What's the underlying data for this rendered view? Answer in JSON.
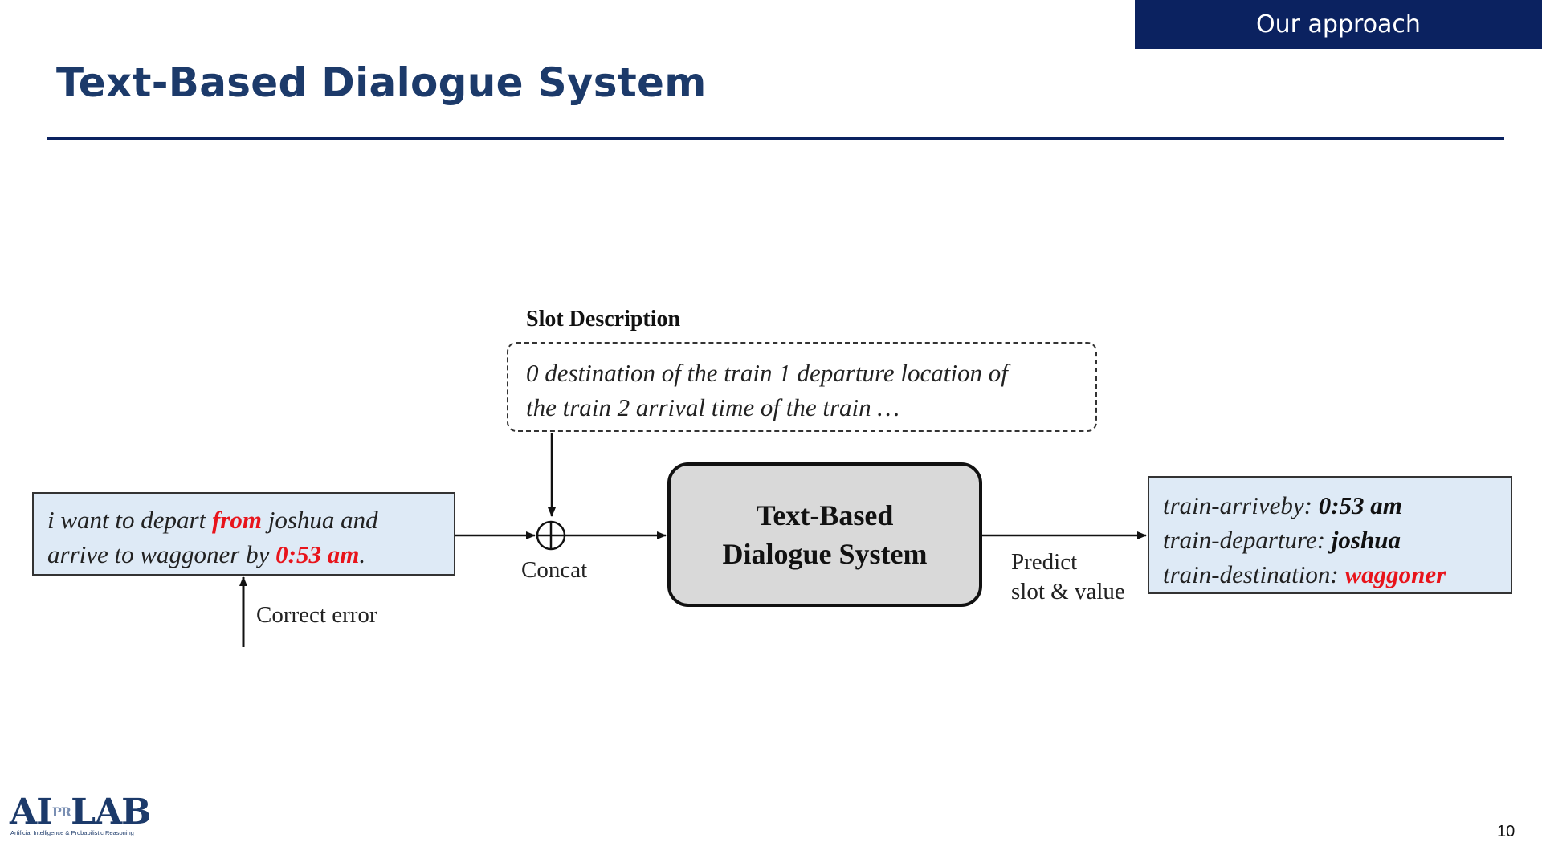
{
  "header": {
    "section_tag": "Our approach",
    "title": "Text-Based Dialogue System"
  },
  "diagram": {
    "slot_description": {
      "title": "Slot Description",
      "line1": "0 destination of the train 1 departure location of",
      "line2": "the train 2 arrival time of the train …"
    },
    "input": {
      "l1_a": "i want to depart ",
      "l1_highlight": "from",
      "l1_b": " joshua and",
      "l2_a": "arrive to waggoner by ",
      "l2_highlight": "0:53 am",
      "l2_b": "."
    },
    "concat_label": "Concat",
    "correct_error_label": "Correct error",
    "system": {
      "line1": "Text-Based",
      "line2": "Dialogue System"
    },
    "predict_label": {
      "line1": "Predict",
      "line2": "slot & value"
    },
    "output": [
      {
        "slot": "train-arriveby: ",
        "value": "0:53 am"
      },
      {
        "slot": "train-departure: ",
        "value": "joshua"
      },
      {
        "slot": "train-destination: ",
        "value": "waggoner"
      }
    ],
    "colors": {
      "highlight": "#e8141b",
      "box_fill": "#deeaf6",
      "system_fill": "#d9d9d9"
    }
  },
  "footer": {
    "logo_text": "AI LAB",
    "logo_main_a": "AI",
    "logo_main_mid": "PR",
    "logo_main_b": "LAB",
    "logo_subtitle": "Artificial Intelligence & Probabilistic Reasoning",
    "page_number": "10"
  }
}
